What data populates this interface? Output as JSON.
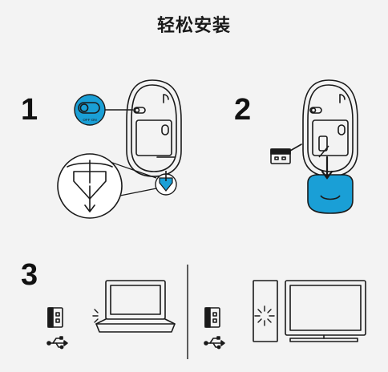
{
  "title": "轻松安装",
  "steps": [
    {
      "number": "1"
    },
    {
      "number": "2"
    },
    {
      "number": "3"
    }
  ],
  "switch_label": "OFF  ON",
  "colors": {
    "accent": "#1a9fd6",
    "stroke": "#1a1a1a",
    "background": "#f3f3f3"
  }
}
